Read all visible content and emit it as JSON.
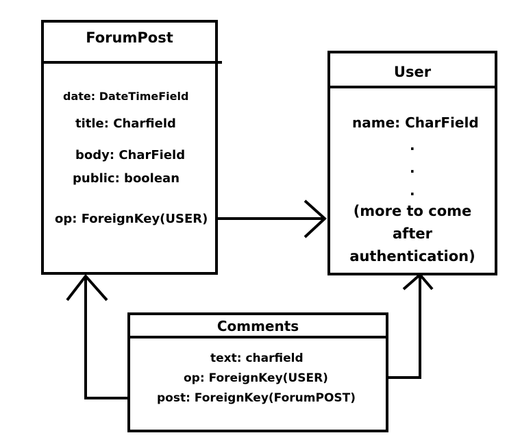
{
  "forumpost": {
    "title": "ForumPost",
    "fields": {
      "date": "date: DateTimeField",
      "title": "title: Charfield",
      "body": "body: CharField",
      "public": "public: boolean",
      "op": "op: ForeignKey(USER)"
    }
  },
  "user": {
    "title": "User",
    "fields": {
      "name": "name: CharField",
      "dot1": ".",
      "dot2": ".",
      "dot3": ".",
      "more_line1": "(more to come",
      "more_line2": "after",
      "more_line3": "authentication)"
    }
  },
  "comments": {
    "title": "Comments",
    "fields": {
      "text": "text: charfield",
      "op": "op: ForeignKey(USER)",
      "post": "post: ForeignKey(ForumPOST)"
    }
  },
  "colors": {
    "stroke": "#000000",
    "background": "#ffffff"
  }
}
